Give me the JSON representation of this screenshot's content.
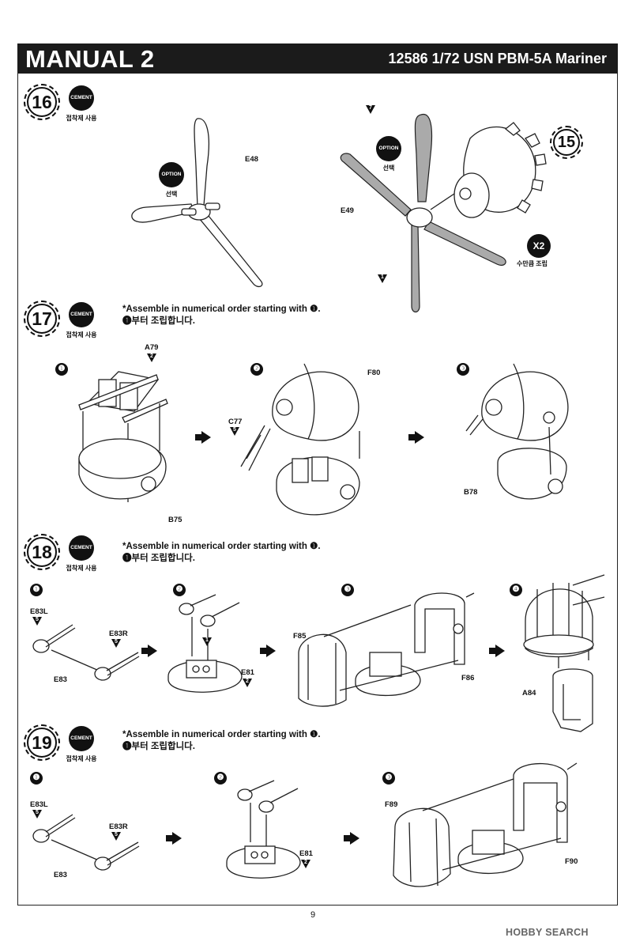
{
  "header": {
    "title": "MANUAL 2",
    "model": "12586 1/72 USN PBM-5A Mariner"
  },
  "labels": {
    "cement": "CEMENT",
    "cement_caption": "접착제 사용",
    "option": "OPTION",
    "option_caption": "선택",
    "x2": "X2",
    "x2_caption": "수만큼 조립"
  },
  "note": {
    "en": "*Assemble in numerical order starting with ❶.",
    "ko": "❶부터 조립합니다."
  },
  "steps": [
    {
      "number": "16",
      "parts": [
        "E48",
        "E49"
      ],
      "ref": "15",
      "tri": [
        "7",
        "1"
      ]
    },
    {
      "number": "17",
      "subs": [
        "❶",
        "❷",
        "❸"
      ],
      "parts": [
        "A79",
        "B75",
        "C77",
        "F80",
        "B78"
      ],
      "tri": [
        "2",
        "5"
      ]
    },
    {
      "number": "18",
      "subs": [
        "❶",
        "❷",
        "❸",
        "❹"
      ],
      "parts": [
        "E83L",
        "E83R",
        "E83",
        "E81",
        "F85",
        "F86",
        "A84"
      ],
      "tri": [
        "5",
        "5",
        "2",
        "1"
      ]
    },
    {
      "number": "19",
      "subs": [
        "❶",
        "❷",
        "❸"
      ],
      "parts": [
        "E83L",
        "E83R",
        "E83",
        "E81",
        "F89",
        "F90"
      ],
      "tri": [
        "5",
        "5",
        "2"
      ]
    }
  ],
  "footer": {
    "page": "9",
    "watermark": "HOBBY SEARCH"
  }
}
